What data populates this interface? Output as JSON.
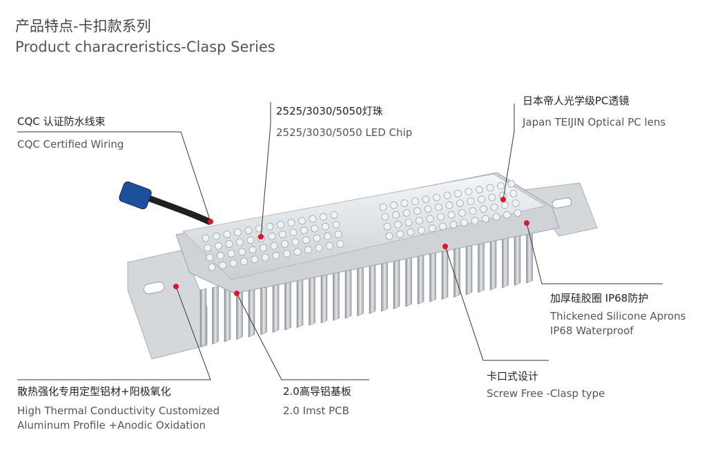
{
  "header": {
    "title_zh": "产品特点-卡扣款系列",
    "title_en": "Product characreristics-Clasp Series"
  },
  "callouts": {
    "wiring": {
      "zh": "CQC 认证防水线束",
      "en": "CQC Certified Wiring"
    },
    "chip": {
      "zh": "2525/3030/5050灯珠",
      "en": "2525/3030/5050  LED Chip"
    },
    "lens": {
      "zh": "日本帝人光学级PC透镜",
      "en": "Japan TEIJIN Optical PC lens"
    },
    "apron": {
      "zh": "加厚硅胶圈 IP68防护",
      "en1": "Thickened Silicone Aprons",
      "en2": "IP68 Waterproof"
    },
    "clasp": {
      "zh": "卡口式设计",
      "en": "Screw Free -Clasp type"
    },
    "pcb": {
      "zh": "2.0高导铝基板",
      "en": "2.0 Imst PCB"
    },
    "profile": {
      "zh": "散热强化专用定型铝材+阳极氧化",
      "en1": "High Thermal Conductivity Customized",
      "en2": "Aluminum Profile +Anodic Oxidation"
    }
  },
  "colors": {
    "dot": "#e8102a",
    "line": "#333333"
  }
}
